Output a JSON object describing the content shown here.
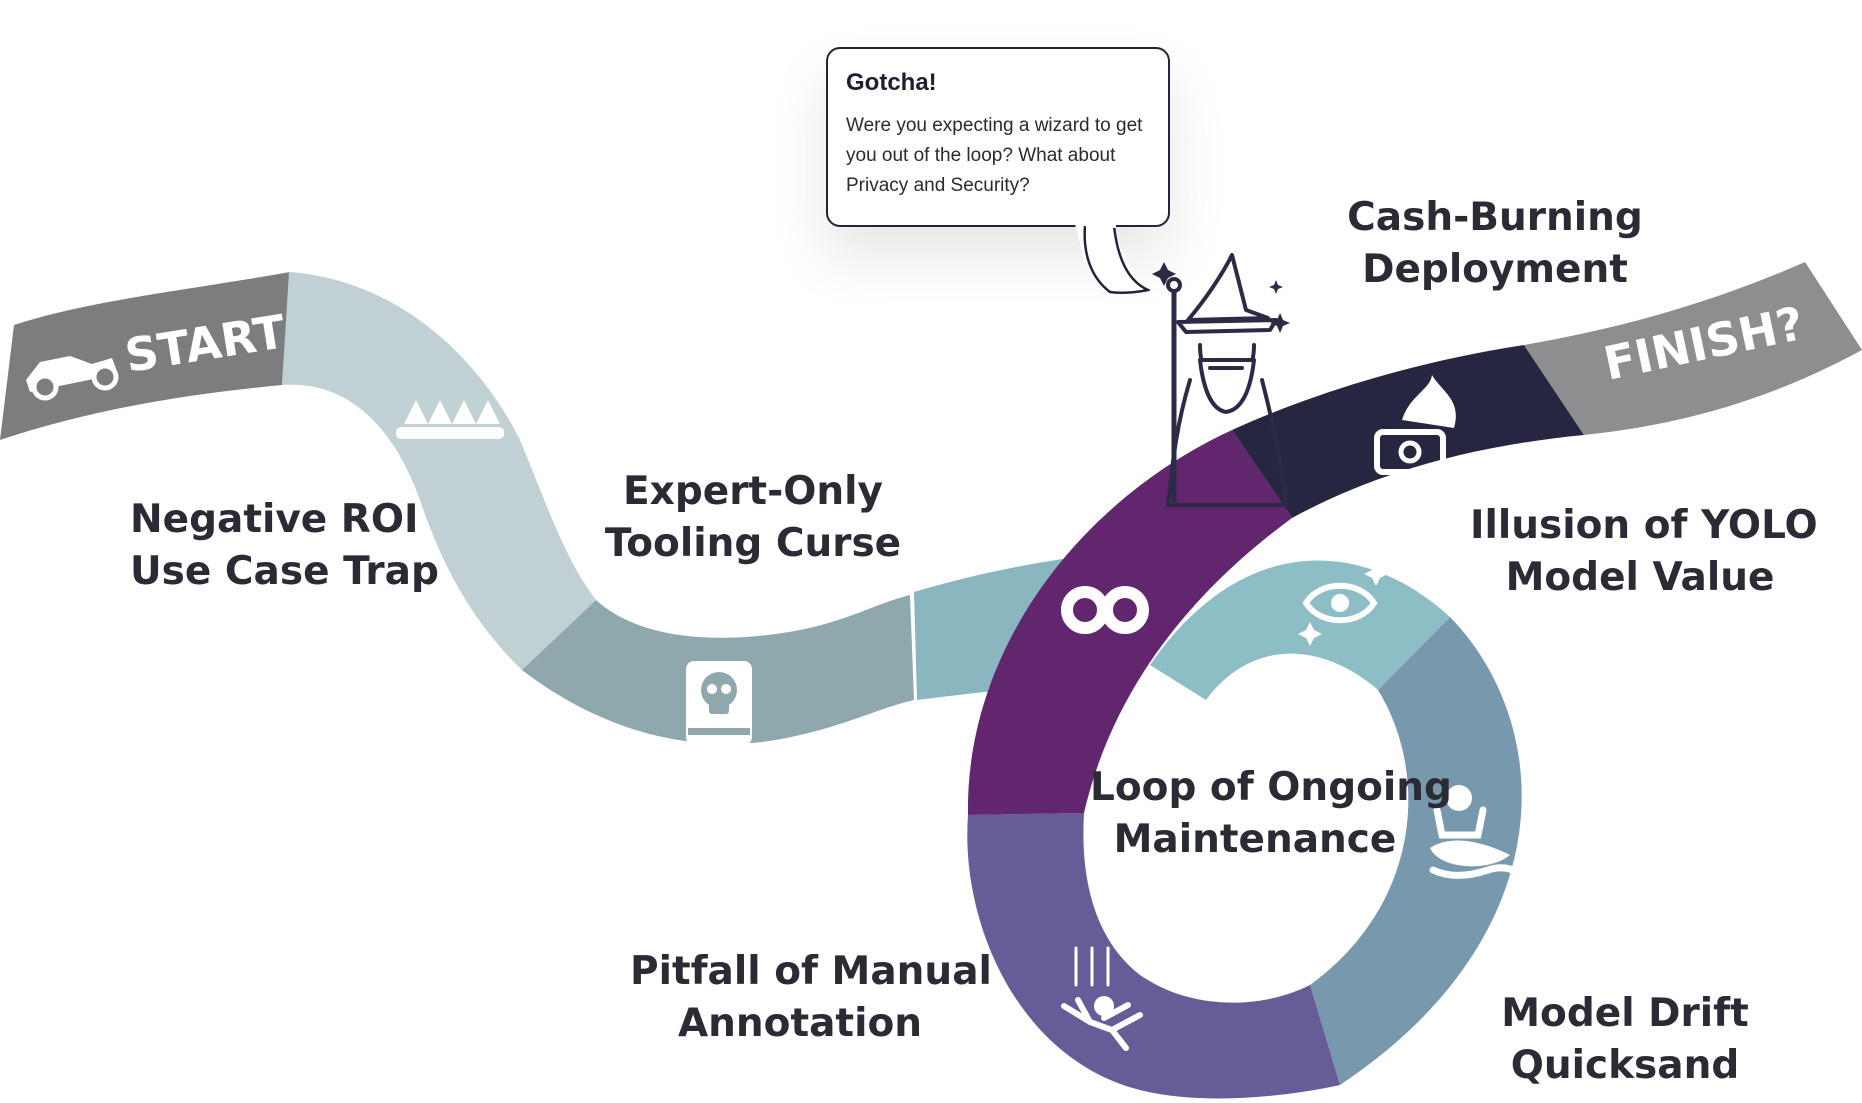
{
  "road": {
    "start_label": "START",
    "finish_label": "FINISH?"
  },
  "stages": {
    "negative_roi": [
      "Negative ROI",
      "Use Case Trap"
    ],
    "expert_only": [
      "Expert-Only",
      "Tooling Curse"
    ],
    "cash_burning": [
      "Cash-Burning",
      "Deployment"
    ],
    "yolo": [
      "Illusion of YOLO",
      "Model Value"
    ],
    "loop": [
      "Loop of Ongoing",
      "Maintenance"
    ],
    "annotation": [
      "Pitfall of Manual",
      "Annotation"
    ],
    "drift": [
      "Model Drift",
      "Quicksand"
    ]
  },
  "bubble": {
    "title": "Gotcha!",
    "body": "Were you expecting a wizard to get you out of the loop? What about Privacy and Security?"
  },
  "icons": [
    "race-car-icon",
    "spikes-icon",
    "skull-book-icon",
    "infinity-icon",
    "eye-sparkle-icon",
    "burning-money-icon",
    "quicksand-person-icon",
    "falling-person-icon",
    "wizard-icon"
  ],
  "colors": {
    "start_flag": "#7d7d7f",
    "finish_flag": "#8e8e90",
    "spikes_segment": "#c1d0d3",
    "skull_segment": "#8fa8ae",
    "teal_segment": "#8ab6bf",
    "infinity_segment": "#62266e",
    "money_segment": "#262640",
    "eye_segment": "#8dbdc5",
    "drift_segment": "#7898ad",
    "annotation_segment": "#665c97",
    "text": "#2b2b35"
  }
}
